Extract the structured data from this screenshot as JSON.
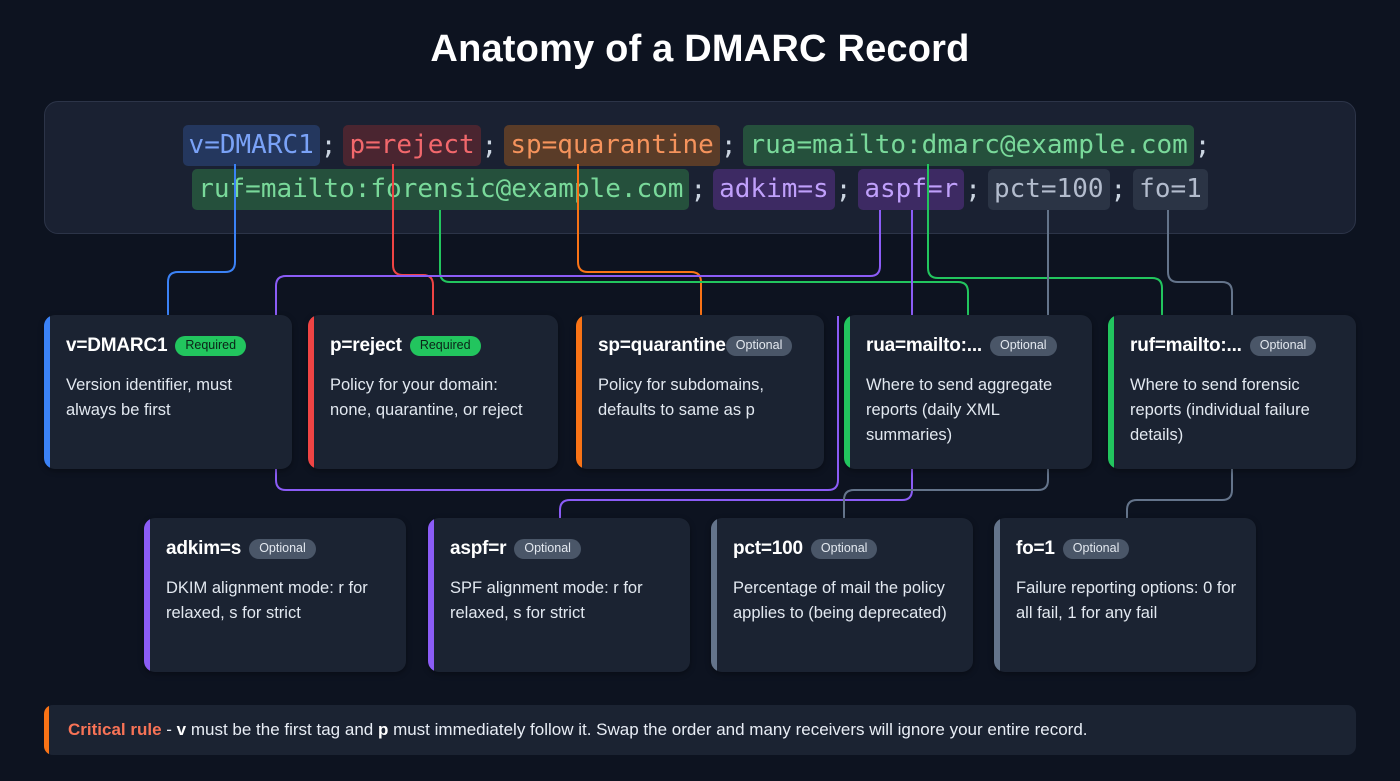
{
  "title": "Anatomy of a DMARC Record",
  "colors": {
    "background": "#0d1320",
    "card_bg": "#1b2332",
    "record_bg": "#1a2132",
    "blue": "#3b82f6",
    "red": "#ef4444",
    "orange": "#f97316",
    "green": "#22c55e",
    "purple": "#8b5cf6",
    "slate": "#64748b",
    "badge_required_bg": "#22c55e",
    "badge_optional_bg": "#4a5668",
    "critical_accent": "#f97316"
  },
  "record": {
    "line1": [
      {
        "text": "v=DMARC1",
        "color": "blue",
        "sep": ";"
      },
      {
        "text": "p=reject",
        "color": "red",
        "sep": ";"
      },
      {
        "text": "sp=quarantine",
        "color": "orange",
        "sep": ";"
      },
      {
        "text": "rua=mailto:dmarc@example.com",
        "color": "green",
        "sep": ";"
      }
    ],
    "line2": [
      {
        "text": "ruf=mailto:forensic@example.com",
        "color": "green",
        "sep": ";"
      },
      {
        "text": "adkim=s",
        "color": "purple",
        "sep": ";"
      },
      {
        "text": "aspf=r",
        "color": "purple",
        "sep": ";"
      },
      {
        "text": "pct=100",
        "color": "gray",
        "sep": ";"
      },
      {
        "text": "fo=1",
        "color": "gray",
        "sep": ""
      }
    ]
  },
  "cards_row1": [
    {
      "tag": "v=DMARC1",
      "badge": "Required",
      "badge_type": "required",
      "accent": "blue",
      "description": "Version identifier, must always be first"
    },
    {
      "tag": "p=reject",
      "badge": "Required",
      "badge_type": "required",
      "accent": "red",
      "description": "Policy for your domain: none, quarantine, or reject"
    },
    {
      "tag": "sp=quarantine",
      "badge": "Optional",
      "badge_type": "optional",
      "accent": "orange",
      "description": "Policy for subdomains, defaults to same as p"
    },
    {
      "tag": "rua=mailto:...",
      "badge": "Optional",
      "badge_type": "optional",
      "accent": "green",
      "description": "Where to send aggregate reports (daily XML summaries)"
    },
    {
      "tag": "ruf=mailto:...",
      "badge": "Optional",
      "badge_type": "optional",
      "accent": "green",
      "description": "Where to send forensic reports (individual failure details)"
    }
  ],
  "cards_row2": [
    {
      "tag": "adkim=s",
      "badge": "Optional",
      "badge_type": "optional",
      "accent": "purple",
      "description": "DKIM alignment mode: r for relaxed, s for strict"
    },
    {
      "tag": "aspf=r",
      "badge": "Optional",
      "badge_type": "optional",
      "accent": "purple",
      "description": "SPF alignment mode: r for relaxed, s for strict"
    },
    {
      "tag": "pct=100",
      "badge": "Optional",
      "badge_type": "optional",
      "accent": "slate",
      "description": "Percentage of mail the policy applies to (being deprecated)"
    },
    {
      "tag": "fo=1",
      "badge": "Optional",
      "badge_type": "optional",
      "accent": "slate",
      "description": "Failure reporting options: 0 for all fail, 1 for any fail"
    }
  ],
  "critical_rule": {
    "lead": "Critical rule",
    "part1": " - ",
    "bold1": "v",
    "part2": " must be the first tag and ",
    "bold2": "p",
    "part3": " must immediately follow it. Swap the order and many receivers will ignore your entire record."
  }
}
